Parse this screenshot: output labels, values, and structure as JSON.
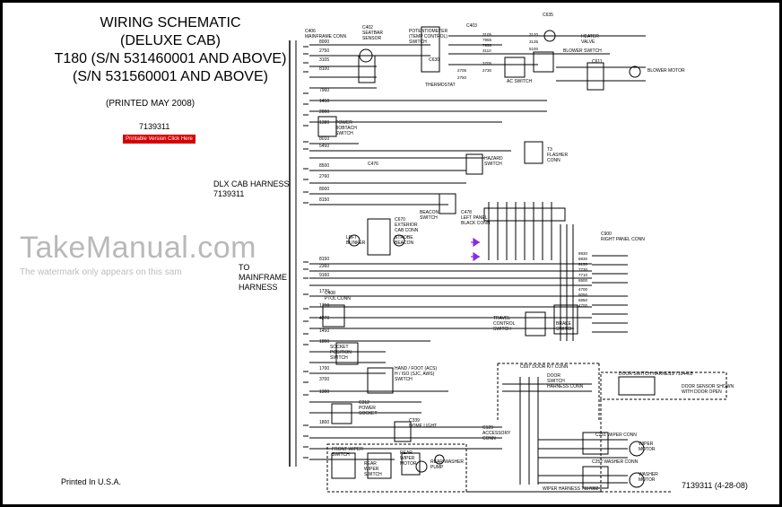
{
  "title": {
    "line1": "WIRING SCHEMATIC",
    "line2": "(DELUXE CAB)",
    "line3": "T180 (S/N 531460001 AND ABOVE)",
    "line4": "(S/N 531560001 AND ABOVE)"
  },
  "printed": "(PRINTED MAY 2008)",
  "part_number": "7139311",
  "printable_link": "Printable Version Click Here",
  "harness_label": {
    "line1": "DLX CAB HARNESS",
    "line2": "7139311"
  },
  "mainframe_label": {
    "line1": "TO",
    "line2": "MAINFRAME",
    "line3": "HARNESS"
  },
  "watermark": {
    "main": "TakeManual.com",
    "sub": "The watermark only appears on this sam"
  },
  "printed_in": "Printed In U.S.A.",
  "doc_ref": "7139311 (4-28-08)",
  "colors": {
    "line": "#000000",
    "link_box": "#d60000",
    "watermark": "#b9b9b9",
    "led": "#8a2be2"
  },
  "components": [
    {
      "key": "c406",
      "lines": [
        "C406",
        "MAINFRAME CONN"
      ]
    },
    {
      "key": "c402",
      "lines": [
        "C402",
        "SEATBAR",
        "SENSOR"
      ]
    },
    {
      "key": "pot",
      "lines": [
        "POTENTIOMETER",
        "(TEMP CONTROL)",
        "SWITCH"
      ]
    },
    {
      "key": "c403",
      "lines": [
        "C403"
      ]
    },
    {
      "key": "c635",
      "lines": [
        "C635"
      ]
    },
    {
      "key": "heater",
      "lines": [
        "HEATER",
        "VALVE"
      ]
    },
    {
      "key": "blower_sw",
      "lines": [
        "BLOWER SWITCH"
      ]
    },
    {
      "key": "c611",
      "lines": [
        "C611"
      ]
    },
    {
      "key": "blower_motor",
      "lines": [
        "BLOWER MOTOR"
      ]
    },
    {
      "key": "c630",
      "lines": [
        "C630"
      ]
    },
    {
      "key": "thermostat",
      "lines": [
        "THERMOSTAT"
      ]
    },
    {
      "key": "ac_switch",
      "lines": [
        "AC SWITCH"
      ]
    },
    {
      "key": "power_sw",
      "lines": [
        "POWER",
        "BOBTACH",
        "SWITCH"
      ]
    },
    {
      "key": "flasher",
      "lines": [
        "T3",
        "FLASHER",
        "CONN"
      ]
    },
    {
      "key": "c476",
      "lines": [
        "C476"
      ]
    },
    {
      "key": "hazard",
      "lines": [
        "HAZARD",
        "SWITCH"
      ]
    },
    {
      "key": "beacon",
      "lines": [
        "BEACON",
        "SWITCH"
      ]
    },
    {
      "key": "c478",
      "lines": [
        "C478",
        "LEFT PANEL",
        "BLACK CONN"
      ]
    },
    {
      "key": "c670",
      "lines": [
        "C670",
        "EXTERIOR",
        "CAB CONN"
      ]
    },
    {
      "key": "left_blinker",
      "lines": [
        "LEFT",
        "BLINKER"
      ]
    },
    {
      "key": "strobe",
      "lines": [
        "STROBE",
        "BEACON"
      ]
    },
    {
      "key": "c900",
      "lines": [
        "C900",
        "RIGHT PANEL CONN"
      ]
    },
    {
      "key": "c408",
      "lines": [
        "C408",
        "PTOL CONN"
      ]
    },
    {
      "key": "travel",
      "lines": [
        "TRAVEL",
        "CONTROL",
        "SWITCH"
      ]
    },
    {
      "key": "brake",
      "lines": [
        "BRAKE",
        "SWITCH"
      ]
    },
    {
      "key": "socket",
      "lines": [
        "SOCKET",
        "POSITION",
        "SWITCH"
      ]
    },
    {
      "key": "handfoot",
      "lines": [
        "HAND / FOOT (ACS)",
        "H / ISO (SJC, AWS)",
        "SWITCH"
      ]
    },
    {
      "key": "c697",
      "lines": [
        "C697 DOOR KIT CONN"
      ]
    },
    {
      "key": "door_harness",
      "lines": [
        "DOOR SWITCH HARNESS 7104465"
      ]
    },
    {
      "key": "door_sw",
      "lines": [
        "DOOR",
        "SWITCH",
        "HARNESS CONN"
      ]
    },
    {
      "key": "door_sensor",
      "lines": [
        "DOOR SENSOR SHOWN",
        "WITH DOOR OPEN"
      ]
    },
    {
      "key": "c312",
      "lines": [
        "C312",
        "POWER",
        "SOCKET"
      ]
    },
    {
      "key": "c339",
      "lines": [
        "C339",
        "DOME LIGHT"
      ]
    },
    {
      "key": "c129",
      "lines": [
        "C129",
        "ACCESSORY",
        "CONN"
      ]
    },
    {
      "key": "front_wiper_sw",
      "lines": [
        "FRONT WIPER",
        "SWITCH"
      ]
    },
    {
      "key": "rear_wiper_sw",
      "lines": [
        "REAR",
        "WIPER",
        "SWITCH"
      ]
    },
    {
      "key": "rear_wiper_motor",
      "lines": [
        "REAR",
        "WIPER",
        "MOTOR"
      ]
    },
    {
      "key": "rear_washer",
      "lines": [
        "REAR WASHER",
        "PUMP"
      ]
    },
    {
      "key": "c251",
      "lines": [
        "C251 WIPER CONN"
      ]
    },
    {
      "key": "wiper_motor",
      "lines": [
        "WIPER",
        "MOTOR"
      ]
    },
    {
      "key": "c252",
      "lines": [
        "C252 WASHER CONN"
      ]
    },
    {
      "key": "washer_motor",
      "lines": [
        "WASHER",
        "MOTOR"
      ]
    },
    {
      "key": "wiper_harness",
      "lines": [
        "WIPER HARNESS 7117882"
      ]
    }
  ],
  "wires": {
    "left": [
      "8000",
      "2750",
      "3105",
      "8100",
      "7960",
      "1450",
      "2000",
      "1380",
      "8010",
      "5450",
      "8500",
      "2760",
      "8000",
      "8150",
      "8150",
      "2360",
      "9160",
      "1770",
      "1710",
      "4270",
      "1450",
      "1800",
      "1700",
      "3700",
      "1300",
      "1800"
    ],
    "right_panel": [
      "8930",
      "8930",
      "9150",
      "7730",
      "7710",
      "6500",
      "4700",
      "8050",
      "6850",
      "4700"
    ],
    "top": [
      "3105",
      "7955",
      "7950",
      "3110",
      "3705",
      "2730",
      "2705",
      "2750",
      "3120",
      "3135",
      "5100"
    ]
  }
}
